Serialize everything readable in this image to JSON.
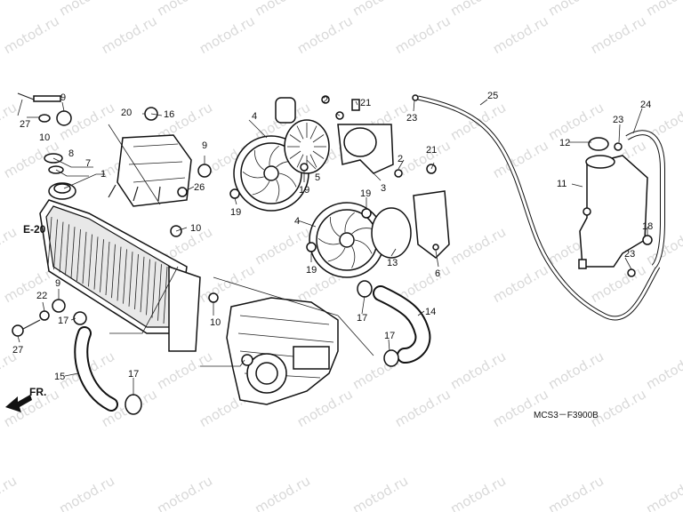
{
  "watermark": "motod.ru",
  "diagram_code": "MCS3－F3900B",
  "ref_label": "E-20",
  "front_label": "FR.",
  "callouts": [
    "1",
    "4",
    "4",
    "5",
    "6",
    "7",
    "8",
    "9",
    "9",
    "9",
    "10",
    "10",
    "10",
    "11",
    "12",
    "13",
    "14",
    "15",
    "16",
    "17",
    "17",
    "17",
    "17",
    "18",
    "19",
    "19",
    "19",
    "19",
    "20",
    "21",
    "21",
    "22",
    "23",
    "23",
    "23",
    "24",
    "25",
    "26",
    "27",
    "27",
    "2",
    "2",
    "3"
  ]
}
